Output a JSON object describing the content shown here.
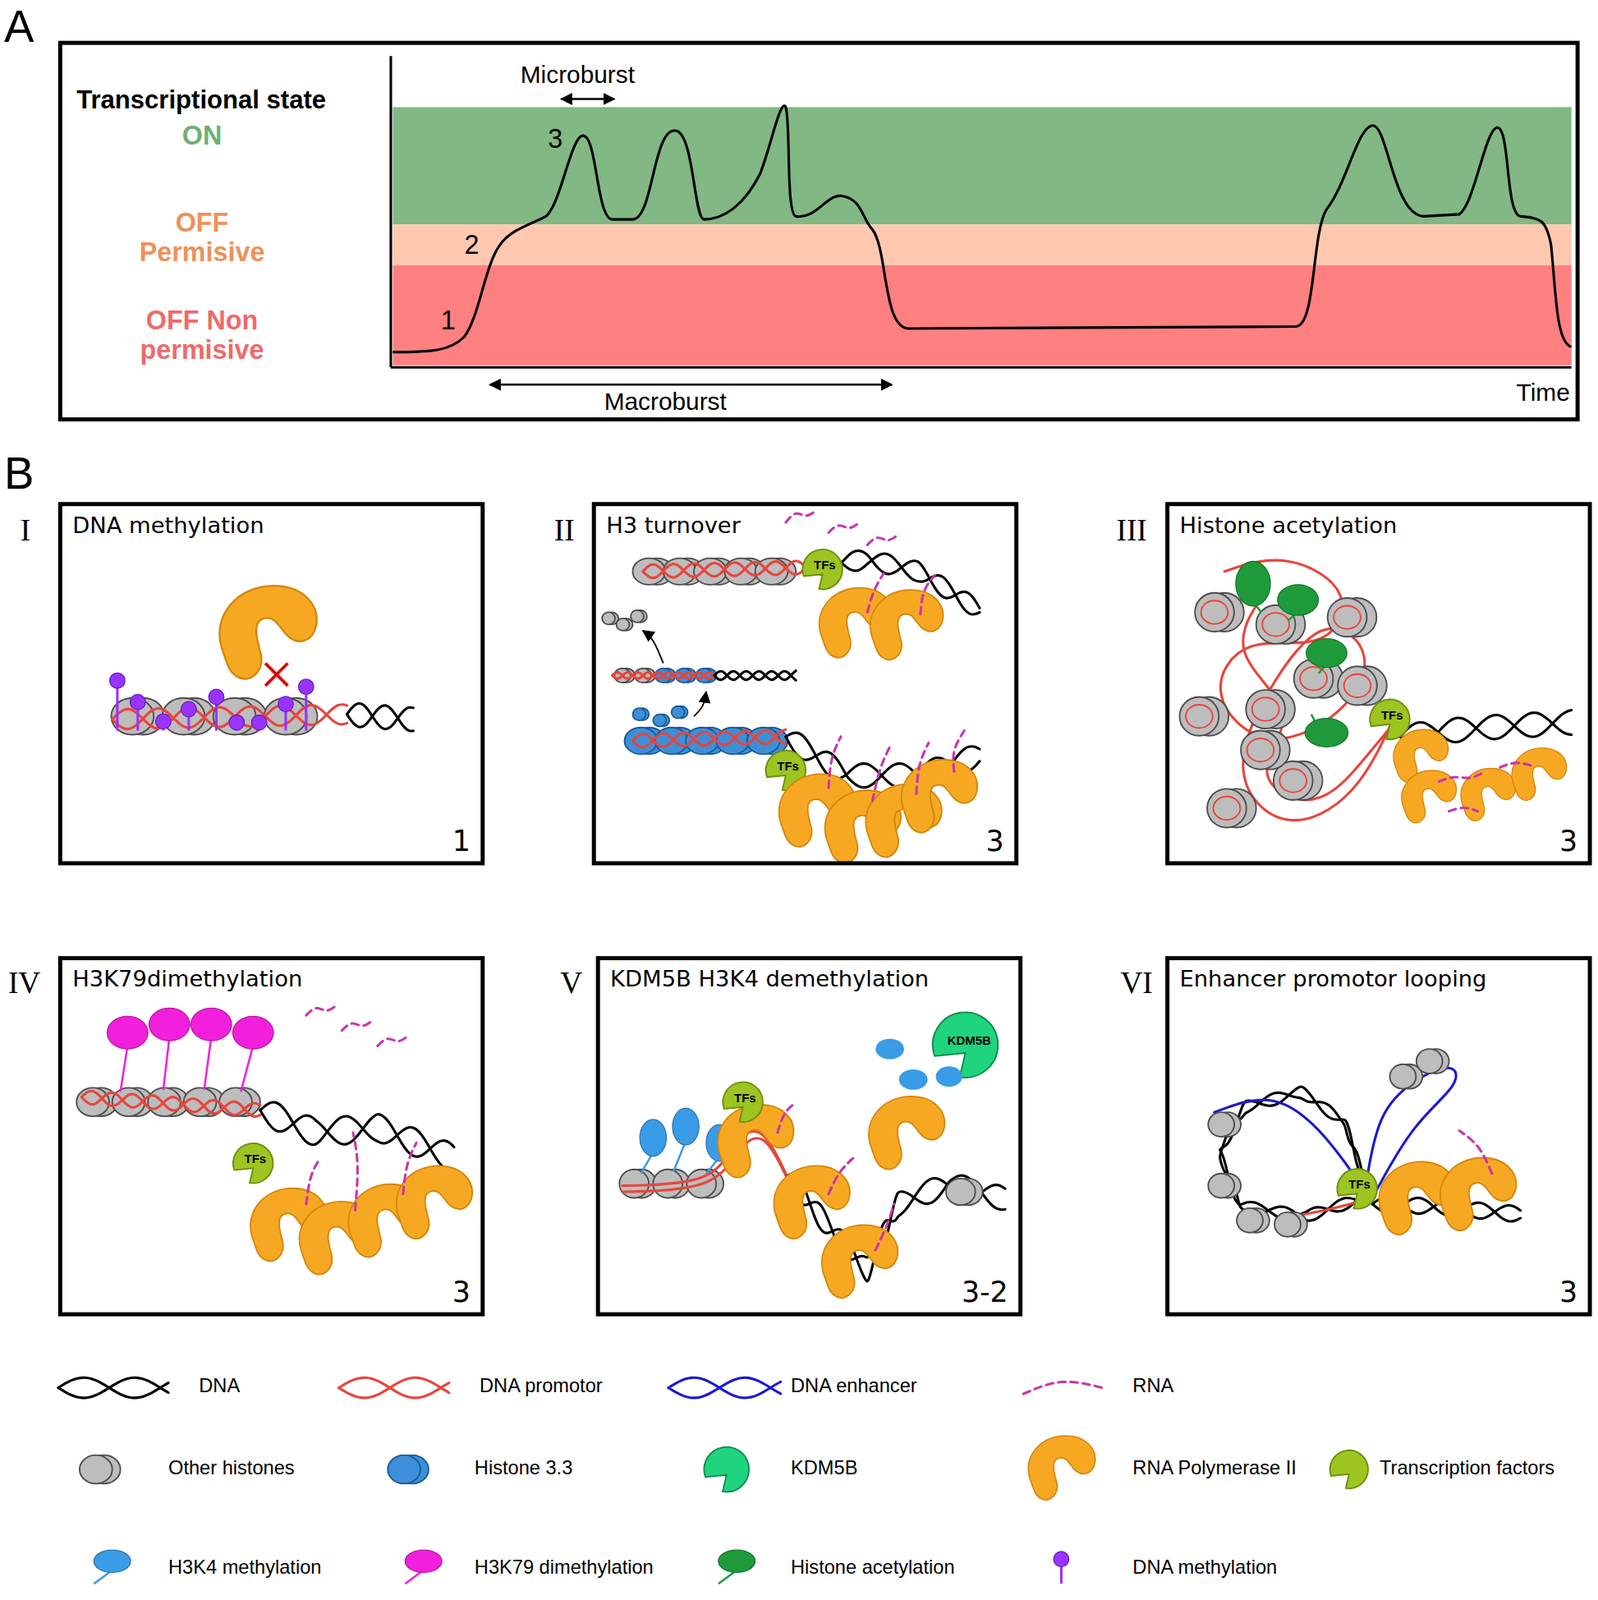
{
  "diagram": {
    "nodes": [
      {
        "text": [
          "Transcriptional state"
        ]
      },
      {
        "text": [
          "DNA methylation",
          "1"
        ]
      },
      {
        "text": [
          "H3 turnover",
          "3"
        ]
      },
      {
        "text": [
          "Histone acetylation",
          "3"
        ]
      },
      {
        "text": [
          "H3K79dimethylation",
          "3"
        ]
      },
      {
        "text": [
          "KDM5B H3K4 demethylation",
          "3-2"
        ]
      },
      {
        "text": [
          "Enhancer promotor looping",
          "3"
        ]
      }
    ],
    "labels": [
      "A",
      "B",
      "ON",
      "OFF Permisive",
      "OFF Non permisive",
      "Microburst",
      "Macroburst",
      "Time",
      "1",
      "2",
      "3",
      "I",
      "II",
      "III",
      "IV",
      "V",
      "VI",
      "TFs",
      "TFs",
      "TFs",
      "TFs",
      "TFs",
      "KDM5B",
      "TFs"
    ],
    "legend": [
      {
        "text": "DNA"
      },
      {
        "text": "DNA promotor"
      },
      {
        "text": "DNA enhancer"
      },
      {
        "text": "RNA"
      },
      {
        "text": "Other histones"
      },
      {
        "text": "Histone 3.3"
      },
      {
        "text": "KDM5B"
      },
      {
        "text": "RNA Polymerase II"
      },
      {
        "text": "Transcription factors"
      },
      {
        "text": "H3K4 methylation"
      },
      {
        "text": "H3K79 dimethylation"
      },
      {
        "text": "Histone acetylation"
      },
      {
        "text": "DNA methylation"
      }
    ]
  }
}
